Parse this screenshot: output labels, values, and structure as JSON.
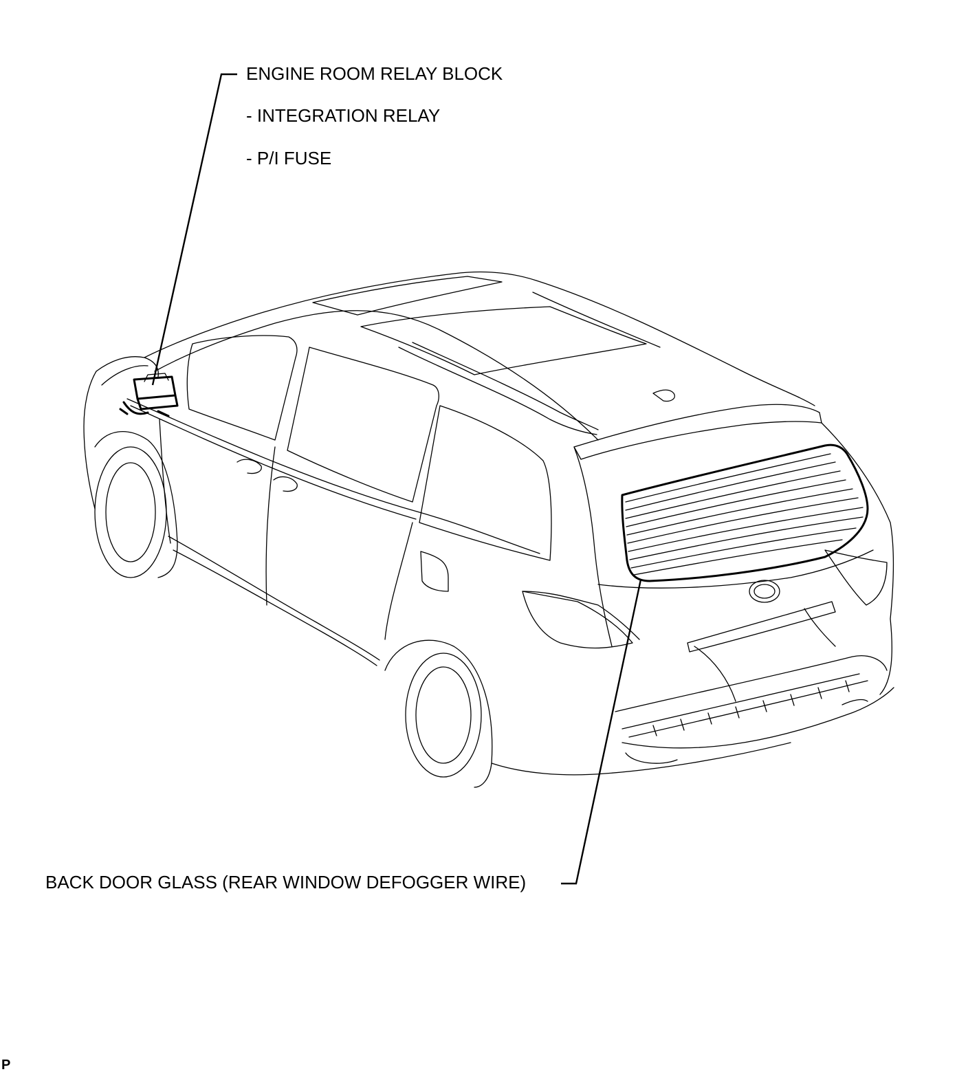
{
  "labels": {
    "engine_room_relay_block": "ENGINE ROOM RELAY BLOCK",
    "integration_relay": "- INTEGRATION RELAY",
    "pi_fuse": "- P/I FUSE",
    "back_door_glass": "BACK DOOR GLASS (REAR WINDOW DEFOGGER WIRE)"
  },
  "corner_code": "P"
}
